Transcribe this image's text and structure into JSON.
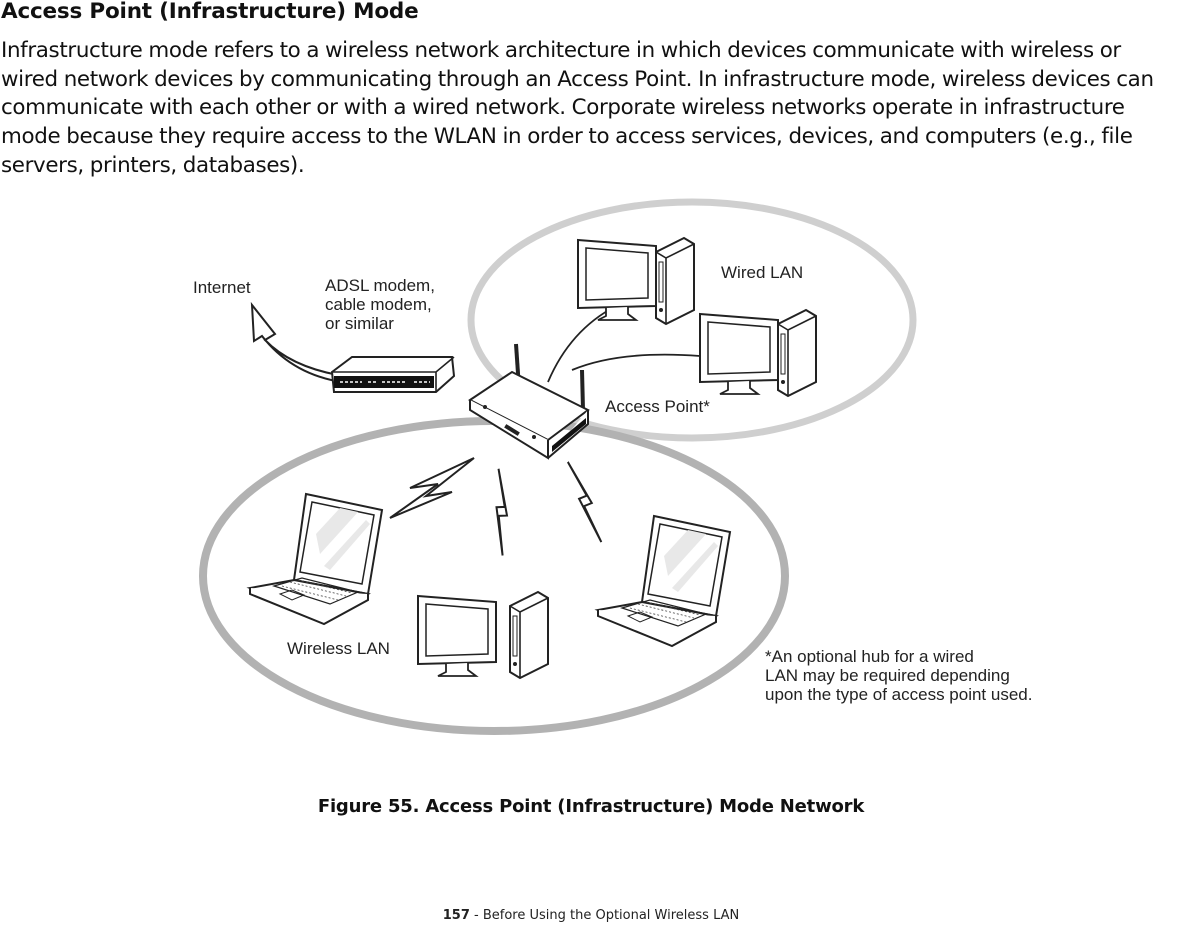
{
  "heading": "Access Point (Infrastructure) Mode",
  "paragraph": "Infrastructure mode refers to a wireless network architecture in which devices communicate with wireless or wired network devices by communicating through an Access Point. In infrastructure mode, wireless devices can communicate with each other or with a wired network. Corporate wireless networks operate in infrastructure mode because they require access to the WLAN in order to access services, devices, and computers (e.g., file servers, printers, databases).",
  "figure": {
    "labels": {
      "internet": "Internet",
      "modem": "ADSL modem,\ncable modem,\nor similar",
      "wired_lan": "Wired LAN",
      "access_point": "Access Point*",
      "wireless_lan": "Wireless LAN",
      "footnote": "*An optional hub for a wired\nLAN may be required depending\nupon the type of access point used."
    },
    "caption": "Figure 55.  Access Point (Infrastructure) Mode Network"
  },
  "footer": {
    "page_number": "157",
    "section": " - Before Using the Optional Wireless LAN"
  }
}
